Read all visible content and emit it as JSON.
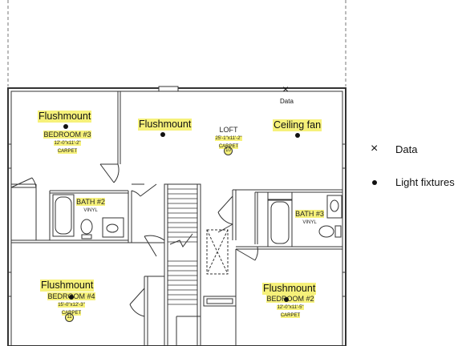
{
  "fixtures": {
    "bedroom3": "Flushmount",
    "loft": "Flushmount",
    "ceiling_fan": "Ceiling fan",
    "bedroom4": "Flushmount",
    "bedroom2": "Flushmount"
  },
  "rooms": {
    "bedroom3": {
      "name": "BEDROOM #3",
      "dims": "12'-0\"x11'-2\"",
      "floor": "CARPET"
    },
    "loft": {
      "name": "LOFT",
      "dims": "25'-1\"x11'-2\"",
      "floor": "CARPET",
      "number": "10"
    },
    "bath2": {
      "name": "BATH #2",
      "floor": "VINYL"
    },
    "bath3": {
      "name": "BATH #3",
      "floor": "VINYL"
    },
    "bedroom4": {
      "name": "BEDROOM #4",
      "dims": "15'-0\"x12'-3\"",
      "floor": "CARPET",
      "number": "11"
    },
    "bedroom2": {
      "name": "BEDROOM #2",
      "dims": "12'-0\"x11'-5\"",
      "floor": "CARPET"
    }
  },
  "data_marker_label": "Data",
  "legend": {
    "data_symbol": "×",
    "data": "Data",
    "light": "Light fixtures"
  }
}
